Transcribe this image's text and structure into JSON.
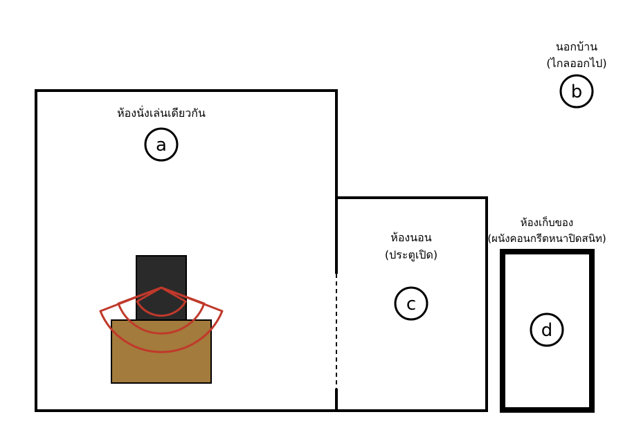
{
  "colors": {
    "wall": "#000000",
    "furniture_top": "#2a2a2a",
    "furniture_table": "#a37b3c",
    "signal_arc": "#c0392b",
    "background": "#ffffff"
  },
  "rooms": {
    "living": {
      "label": "ห้องนั่งเล่นเดียวกัน",
      "marker": "a"
    },
    "outside": {
      "label_line1": "นอกบ้าน",
      "label_line2": "(ไกลออกไป)",
      "marker": "b"
    },
    "bedroom": {
      "label_line1": "ห้องนอน",
      "label_line2": "(ประตูเปิด)",
      "marker": "c"
    },
    "storage": {
      "label_line1": "ห้องเก็บของ",
      "label_line2": "(ผนังคอนกรีตหนาปิดสนิท)",
      "marker": "d"
    }
  }
}
